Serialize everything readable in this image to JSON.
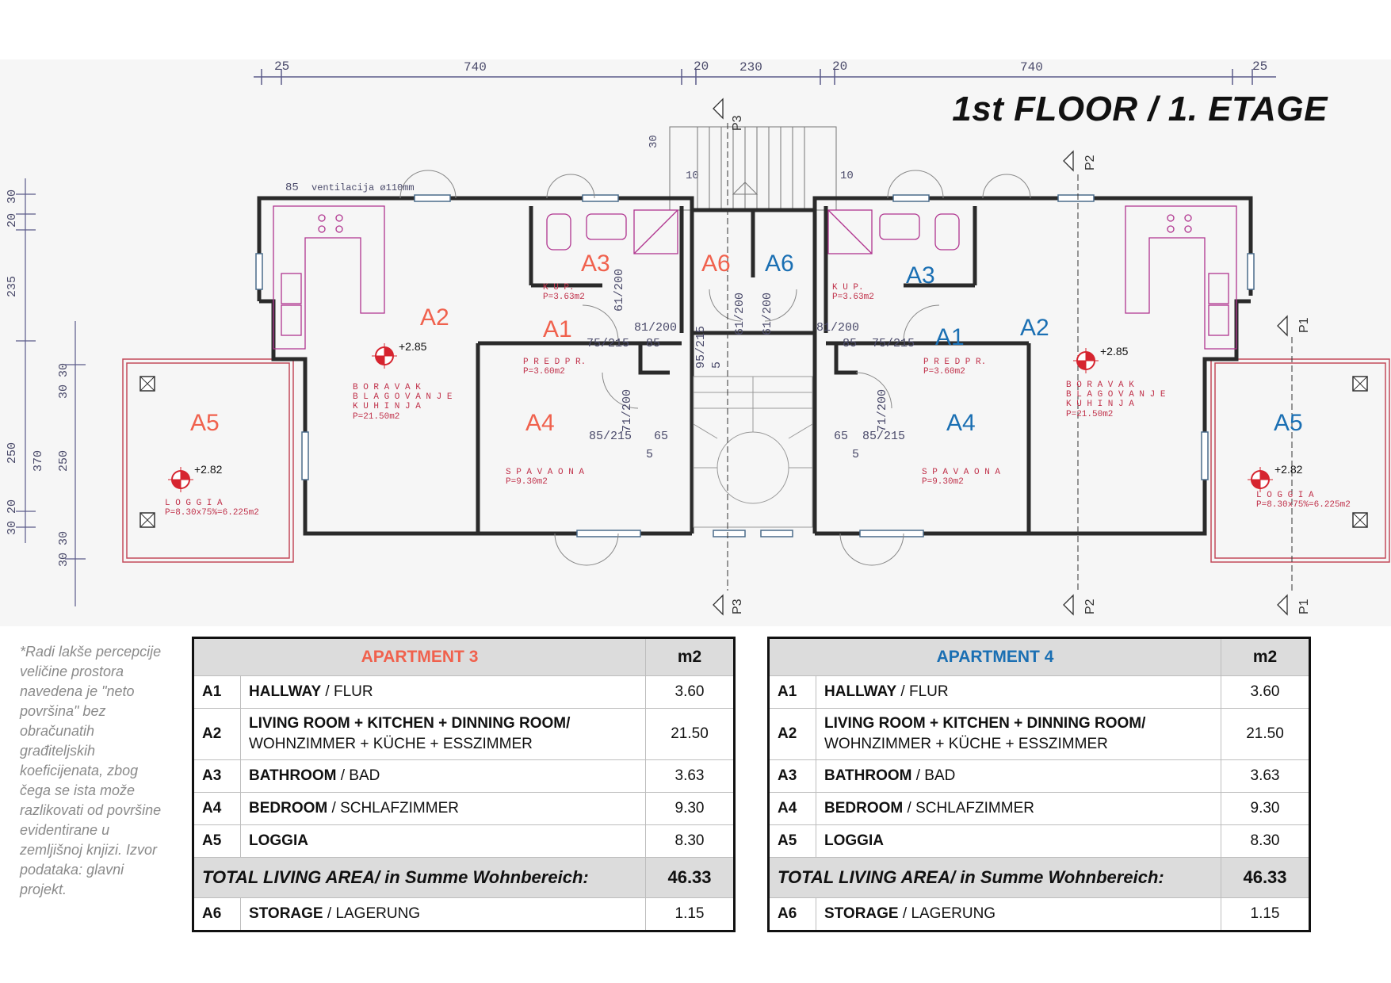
{
  "title": "1st FLOOR / 1. ETAGE",
  "colors": {
    "apartment3": "#f0614d",
    "apartment4": "#1a6fb3",
    "wall": "#2a2a2a",
    "furniture": "#b0348f",
    "dimension": "#5b5b8a",
    "marker": "#d6242f"
  },
  "note": "*Radi lakše percepcije veličine prostora navedena je \"neto površina\" bez obračunatih građiteljskih koeficijenata, zbog čega se ista može razlikovati od površine evidentirane u zemljišnoj knjizi. Izvor podataka: glavni projekt.",
  "plan": {
    "dims_top": [
      "25",
      "740",
      "20",
      "230",
      "20",
      "740",
      "25"
    ],
    "dims_left": [
      "30",
      "20",
      "235",
      "30 30",
      "250",
      "370",
      "250",
      "30 20",
      "30 30"
    ],
    "dims_misc": [
      "85",
      "ventilacija ø110mm",
      "30",
      "10",
      "10"
    ],
    "sections": [
      "P1",
      "P2",
      "P3"
    ],
    "apt3_labels": {
      "a1": "A1",
      "a2": "A2",
      "a3": "A3",
      "a4": "A4",
      "a5": "A5",
      "a6": "A6"
    },
    "apt4_labels": {
      "a1": "A1",
      "a2": "A2",
      "a3": "A3",
      "a4": "A4",
      "a5": "A5",
      "a6": "A6"
    },
    "room_texts": {
      "boravak_1": "B O R A V A K",
      "boravak_2": "B L A G O V A N J E",
      "boravak_3": "K U H I N J A",
      "boravak_p": "P=21.50m2",
      "kup": "K U P.",
      "kup_p": "P=3.63m2",
      "predpr": "P R E D P R.",
      "predpr_p": "P=3.60m2",
      "spavaona": "S P A V A O N A",
      "spavaona_p": "P=9.30m2",
      "loggia": "L O G G I A",
      "loggia_p": "P=8.30x75%=6.225m2"
    },
    "levels": {
      "main": "+2.85",
      "loggia": "+2.82"
    },
    "door_dims": {
      "d1": "61/200",
      "d2": "81/200",
      "d3": "75/215",
      "d4": "85",
      "d5": "95/215",
      "d6": "5",
      "d7": "71/200",
      "d8": "85/215",
      "d9": "65",
      "d10": "5"
    }
  },
  "tables": [
    {
      "name": "APARTMENT 3",
      "unit": "m2",
      "rows": [
        {
          "code": "A1",
          "bold": "HALLWAY",
          "rest": " / FLUR",
          "value": "3.60"
        },
        {
          "code": "A2",
          "bold": "LIVING ROOM + KITCHEN + DINNING ROOM/",
          "rest": "WOHNZIMMER + KÜCHE + ESSZIMMER",
          "value": "21.50"
        },
        {
          "code": "A3",
          "bold": "BATHROOM",
          "rest": " / BAD",
          "value": "3.63"
        },
        {
          "code": "A4",
          "bold": "BEDROOM",
          "rest": " / SCHLAFZIMMER",
          "value": "9.30"
        },
        {
          "code": "A5",
          "bold": "LOGGIA",
          "rest": "",
          "value": "8.30"
        }
      ],
      "total_label": "TOTAL LIVING AREA/ in Summe Wohnbereich:",
      "total_value": "46.33",
      "storage": {
        "code": "A6",
        "bold": "STORAGE",
        "rest": " / LAGERUNG",
        "value": "1.15"
      }
    },
    {
      "name": "APARTMENT 4",
      "unit": "m2",
      "rows": [
        {
          "code": "A1",
          "bold": "HALLWAY",
          "rest": " / FLUR",
          "value": "3.60"
        },
        {
          "code": "A2",
          "bold": "LIVING ROOM + KITCHEN + DINNING ROOM/",
          "rest": "WOHNZIMMER + KÜCHE + ESSZIMMER",
          "value": "21.50"
        },
        {
          "code": "A3",
          "bold": "BATHROOM",
          "rest": " / BAD",
          "value": "3.63"
        },
        {
          "code": "A4",
          "bold": "BEDROOM",
          "rest": " / SCHLAFZIMMER",
          "value": "9.30"
        },
        {
          "code": "A5",
          "bold": "LOGGIA",
          "rest": "",
          "value": "8.30"
        }
      ],
      "total_label": "TOTAL LIVING AREA/ in Summe Wohnbereich:",
      "total_value": "46.33",
      "storage": {
        "code": "A6",
        "bold": "STORAGE",
        "rest": " / LAGERUNG",
        "value": "1.15"
      }
    }
  ]
}
